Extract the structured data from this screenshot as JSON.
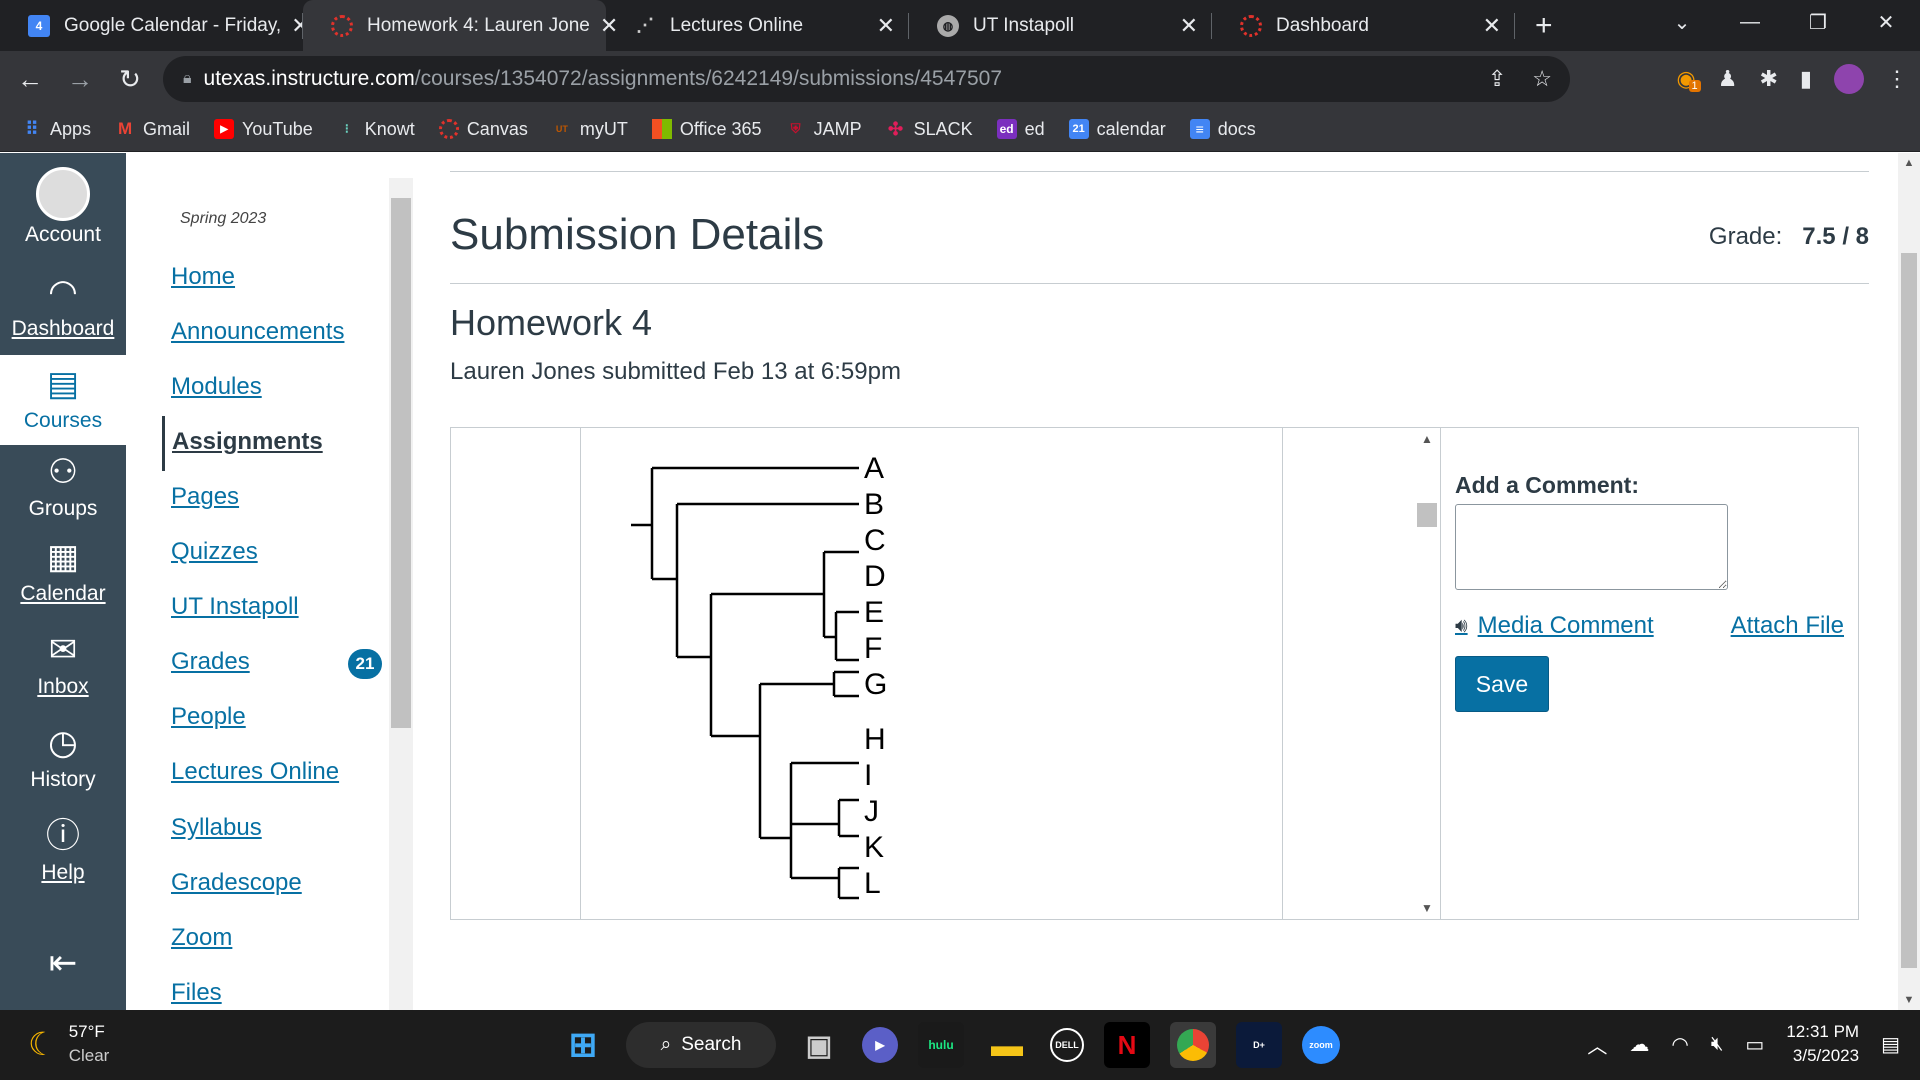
{
  "browser": {
    "tabs": [
      {
        "title": "Google Calendar - Friday,",
        "icon": "calendar-icon",
        "color": "#4285f4",
        "active": false
      },
      {
        "title": "Homework 4: Lauren Jone",
        "icon": "canvas-icon",
        "color": "#e0322b",
        "active": true
      },
      {
        "title": "Lectures Online",
        "icon": "lectures-icon",
        "color": "#cccccc",
        "active": false
      },
      {
        "title": "UT Instapoll",
        "icon": "globe-icon",
        "color": "#aaaaaa",
        "active": false
      },
      {
        "title": "Dashboard",
        "icon": "canvas-icon",
        "color": "#e0322b",
        "active": false
      }
    ],
    "calendar_fav_text": "4",
    "url_host": "utexas.instructure.com",
    "url_path": "/courses/1354072/assignments/6242149/submissions/4547507",
    "bookmarks": [
      {
        "label": "Apps",
        "icon": "apps-icon",
        "color": "#4285f4"
      },
      {
        "label": "Gmail",
        "icon": "gmail-icon",
        "color": "#ea4335"
      },
      {
        "label": "YouTube",
        "icon": "youtube-icon",
        "color": "#ff0000"
      },
      {
        "label": "Knowt",
        "icon": "knowt-icon",
        "color": "#6bd3c0"
      },
      {
        "label": "Canvas",
        "icon": "canvas-icon",
        "color": "#e0322b"
      },
      {
        "label": "myUT",
        "icon": "myut-icon",
        "color": "#bf5700"
      },
      {
        "label": "Office 365",
        "icon": "office-icon",
        "color": "#f25022"
      },
      {
        "label": "JAMP",
        "icon": "jamp-icon",
        "color": "#c8102e"
      },
      {
        "label": "SLACK",
        "icon": "slack-icon",
        "color": "#4a154b"
      },
      {
        "label": "ed",
        "icon": "ed-icon",
        "color": "#7b2fbe"
      },
      {
        "label": "calendar",
        "icon": "calendar-icon",
        "color": "#4285f4"
      },
      {
        "label": "docs",
        "icon": "docs-icon",
        "color": "#4285f4"
      }
    ],
    "ext_badge": "1"
  },
  "global_nav": [
    {
      "label": "Account",
      "icon": "account-icon"
    },
    {
      "label": "Dashboard",
      "icon": "dashboard-icon"
    },
    {
      "label": "Courses",
      "icon": "courses-icon"
    },
    {
      "label": "Groups",
      "icon": "groups-icon"
    },
    {
      "label": "Calendar",
      "icon": "calendar-icon"
    },
    {
      "label": "Inbox",
      "icon": "inbox-icon"
    },
    {
      "label": "History",
      "icon": "history-icon"
    },
    {
      "label": "Help",
      "icon": "help-icon"
    }
  ],
  "course_nav": {
    "term": "Spring 2023",
    "links": [
      "Home",
      "Announcements",
      "Modules",
      "Assignments",
      "Pages",
      "Quizzes",
      "UT Instapoll",
      "Grades",
      "People",
      "Lectures Online",
      "Syllabus",
      "Gradescope",
      "Zoom",
      "Files"
    ],
    "active": "Assignments",
    "grades_badge": "21"
  },
  "main": {
    "title": "Submission Details",
    "grade_label": "Grade:",
    "grade_value": "7.5 / 8",
    "assignment": "Homework 4",
    "submitted": "Lauren Jones submitted Feb 13 at 6:59pm",
    "tree_leaves": [
      "A",
      "B",
      "C",
      "D",
      "E",
      "F",
      "G",
      "H",
      "I",
      "J",
      "K",
      "L"
    ],
    "comment_label": "Add a Comment:",
    "media_comment": "Media Comment",
    "attach_file": "Attach File",
    "save": "Save"
  },
  "taskbar": {
    "temp": "57°F",
    "weather": "Clear",
    "search": "Search",
    "time": "12:31 PM",
    "date": "3/5/2023",
    "apps": [
      "file-explorer-icon",
      "teams-icon",
      "hulu-icon",
      "folder-icon",
      "dell-icon",
      "netflix-icon",
      "chrome-icon",
      "disney-icon",
      "zoom-icon"
    ]
  },
  "colors": {
    "canvas_blue": "#0770a3",
    "nav_bg": "#394b58",
    "text": "#2d3b45"
  }
}
